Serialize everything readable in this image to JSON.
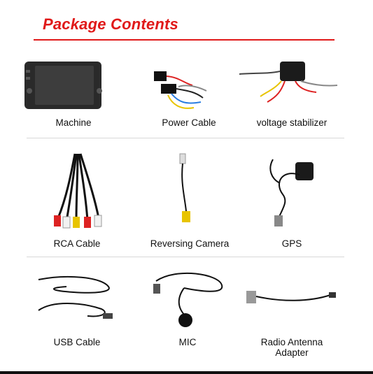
{
  "header": {
    "title": "Package Contents"
  },
  "items": [
    {
      "label": "Machine"
    },
    {
      "label": "Power Cable"
    },
    {
      "label": "voltage stabilizer"
    },
    {
      "label": "RCA Cable"
    },
    {
      "label": "Reversing  Camera"
    },
    {
      "label": "GPS"
    },
    {
      "label": "USB Cable"
    },
    {
      "label": "MIC"
    },
    {
      "label": "Radio Antenna\nAdapter"
    }
  ],
  "colors": {
    "accent": "#e01919"
  }
}
